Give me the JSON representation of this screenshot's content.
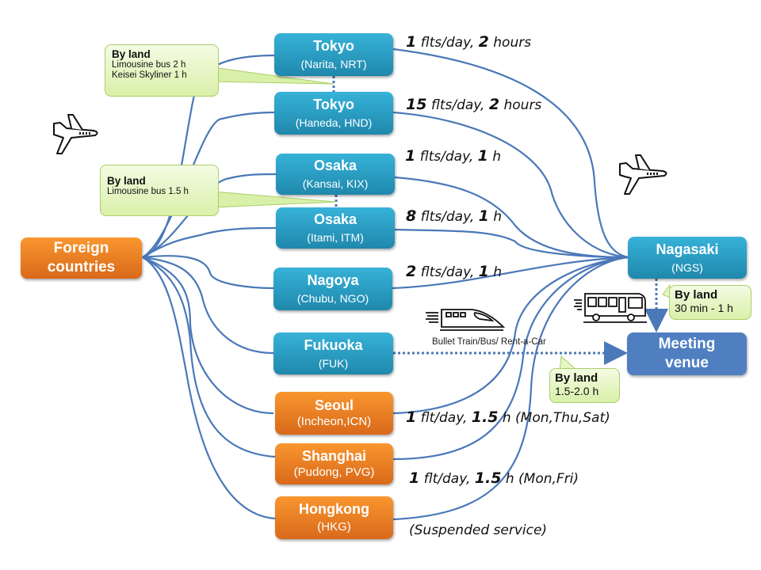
{
  "diagram_title": "",
  "colors": {
    "connector": "#4a78b8",
    "domestic_airport": "#2b9cc4",
    "international_airport": "#ee7f22",
    "origin": "#ee7f22",
    "destination": "#2b9cc4",
    "venue": "#4f7fc1",
    "callout_bg": "#e6f5c4",
    "callout_border": "#a9cf6a"
  },
  "origin": {
    "label_line1": "Foreign",
    "label_line2": "countries"
  },
  "airports": [
    {
      "id": "nrt",
      "city": "Tokyo",
      "code": "(Narita, NRT)",
      "kind": "domestic",
      "info": {
        "count": "1",
        "mid": " flts/day, ",
        "dur": "2",
        "tail": " hours"
      }
    },
    {
      "id": "hnd",
      "city": "Tokyo",
      "code": "(Haneda, HND)",
      "kind": "domestic",
      "info": {
        "count": "15",
        "mid": " flts/day, ",
        "dur": "2",
        "tail": " hours"
      }
    },
    {
      "id": "kix",
      "city": "Osaka",
      "code": "(Kansai, KIX)",
      "kind": "domestic",
      "info": {
        "count": "1",
        "mid": " flts/day, ",
        "dur": "1",
        "tail": " h"
      }
    },
    {
      "id": "itm",
      "city": "Osaka",
      "code": "(Itami, ITM)",
      "kind": "domestic",
      "info": {
        "count": "8",
        "mid": " flts/day, ",
        "dur": "1",
        "tail": " h"
      }
    },
    {
      "id": "ngo",
      "city": "Nagoya",
      "code": "(Chubu, NGO)",
      "kind": "domestic",
      "info": {
        "count": "2",
        "mid": " flts/day, ",
        "dur": "1",
        "tail": " h"
      }
    },
    {
      "id": "fuk",
      "city": "Fukuoka",
      "code": "(FUK)",
      "kind": "domestic",
      "info": null
    },
    {
      "id": "icn",
      "city": "Seoul",
      "code": "(Incheon,ICN)",
      "kind": "international",
      "info": {
        "count": "1",
        "mid": " flt/day, ",
        "dur": "1.5",
        "tail": " h (Mon,Thu,Sat)"
      }
    },
    {
      "id": "pvg",
      "city": "Shanghai",
      "code": "(Pudong, PVG)",
      "kind": "international",
      "info": {
        "count": "1",
        "mid": " flt/day, ",
        "dur": "1.5",
        "tail": " h (Mon,Fri)"
      }
    },
    {
      "id": "hkg",
      "city": "Hongkong",
      "code": "(HKG)",
      "kind": "international",
      "info": {
        "count": "",
        "mid": "",
        "dur": "",
        "tail": "(Suspended service)"
      }
    }
  ],
  "destination": {
    "city": "Nagasaki",
    "code": "(NGS)"
  },
  "venue": {
    "label_line1": "Meeting",
    "label_line2": "venue"
  },
  "callouts": {
    "tokyo": {
      "heading": "By land",
      "line1": "Limousine bus  2 h",
      "line2": "Keisei  Skyliner 1 h"
    },
    "osaka": {
      "heading": "By land",
      "line1": "Limousine bus  1.5 h"
    },
    "nagasaki": {
      "heading": "By land",
      "line1": "30 min - 1 h"
    },
    "fukuoka": {
      "heading": "By land",
      "line1": "1.5-2.0 h"
    }
  },
  "fukuoka_route_label": "Bullet Train/Bus/ Rent-a-Car",
  "icons": {
    "left_plane": "airplane-icon",
    "right_plane": "airplane-icon",
    "train": "bullet-train-icon",
    "bus": "bus-icon"
  }
}
